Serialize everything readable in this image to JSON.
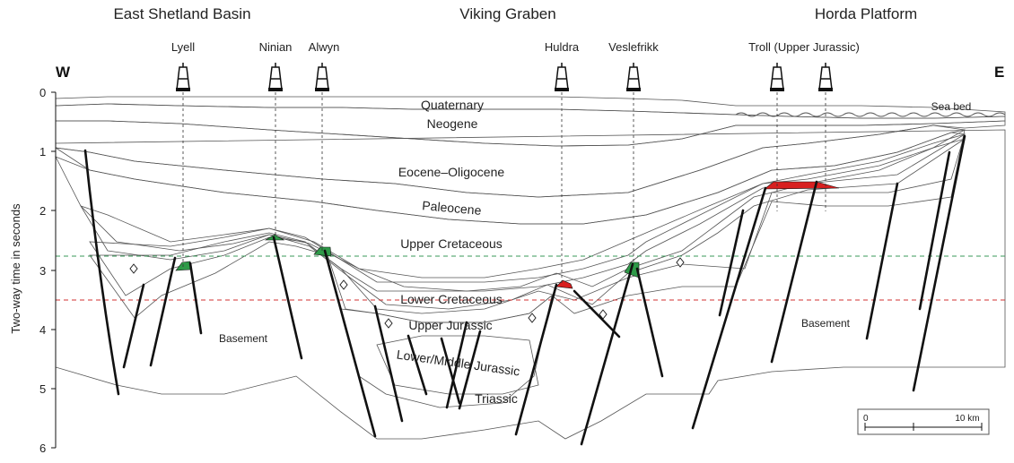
{
  "regions": {
    "east_shetland": "East Shetland Basin",
    "viking": "Viking Graben",
    "horda": "Horda Platform"
  },
  "directions": {
    "west": "W",
    "east": "E"
  },
  "fields": {
    "lyell": "Lyell",
    "ninian": "Ninian",
    "alwyn": "Alwyn",
    "huldra": "Huldra",
    "veslefrikk": "Veslefrikk",
    "troll": "Troll (Upper Jurassic)"
  },
  "y_axis": {
    "title": "Two-way time in seconds",
    "ticks": [
      "0",
      "1",
      "2",
      "3",
      "4",
      "5",
      "6"
    ]
  },
  "units": {
    "quaternary": "Quaternary",
    "sea_bed": "Sea bed",
    "neogene": "Neogene",
    "eocene_oligocene": "Eocene–Oligocene",
    "paleocene": "Paleocene",
    "upper_cretaceous": "Upper Cretaceous",
    "lower_cretaceous": "Lower Cretaceous",
    "upper_jurassic": "Upper Jurassic",
    "lower_middle_jurassic": "Lower/Middle Jurassic",
    "triassic": "Triassic",
    "basement_west": "Basement",
    "basement_east": "Basement"
  },
  "scale_bar": {
    "start": "0",
    "end": "10 km"
  },
  "colors": {
    "basement": "#d8c0a8",
    "triassic": "#e4d2be",
    "lower_middle_jurassic": "#c6e2f0",
    "upper_jurassic": "#e0f0f8",
    "lower_cretaceous": "#d2ead8",
    "upper_cretaceous": "#e2f0dc",
    "paleocene": "#f4eba0",
    "eocene_oligocene": "#fbf3c4",
    "neogene": "#f2c890",
    "quaternary": "#f4e2c8",
    "oil": "#2e9a48",
    "gas": "#d82020"
  }
}
